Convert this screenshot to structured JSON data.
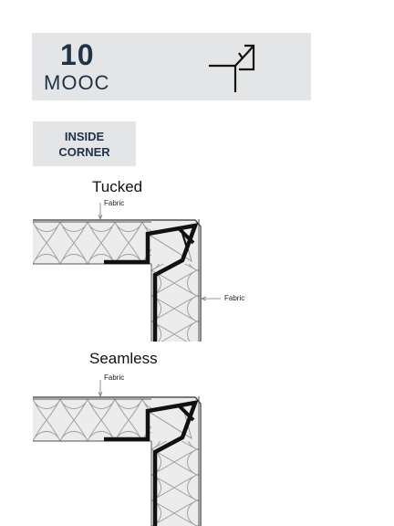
{
  "header": {
    "number": "10",
    "name": "MOOC",
    "icon": "mooc-profile-icon"
  },
  "corner_type": "INSIDE CORNER",
  "sections": [
    {
      "title": "Tucked",
      "labels": [
        "Fabric",
        "Fabric"
      ]
    },
    {
      "title": "Seamless",
      "labels": [
        "Fabric"
      ]
    }
  ],
  "colors": {
    "panel_bg": "#e4e5e6",
    "text_dark": "#1f3248",
    "stroke": "#111111"
  }
}
